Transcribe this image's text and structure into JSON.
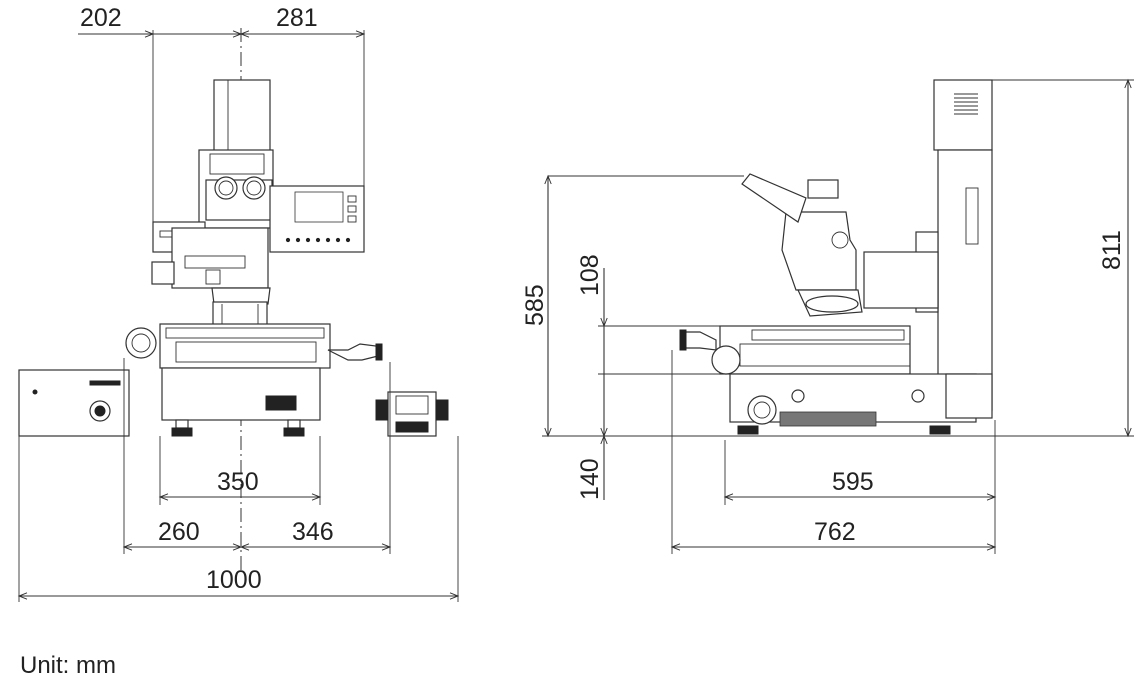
{
  "unit_label": "Unit: mm",
  "front_view": {
    "dim_top_left": "202",
    "dim_top_right": "281",
    "dim_stage": "350",
    "dim_left_to_center": "260",
    "dim_center_to_right": "346",
    "dim_total_width": "1000"
  },
  "side_view": {
    "dim_height_to_eyepiece": "585",
    "dim_stage_height": "108",
    "dim_base_height": "140",
    "dim_overall_height": "811",
    "dim_base_depth": "595",
    "dim_total_depth": "762"
  }
}
